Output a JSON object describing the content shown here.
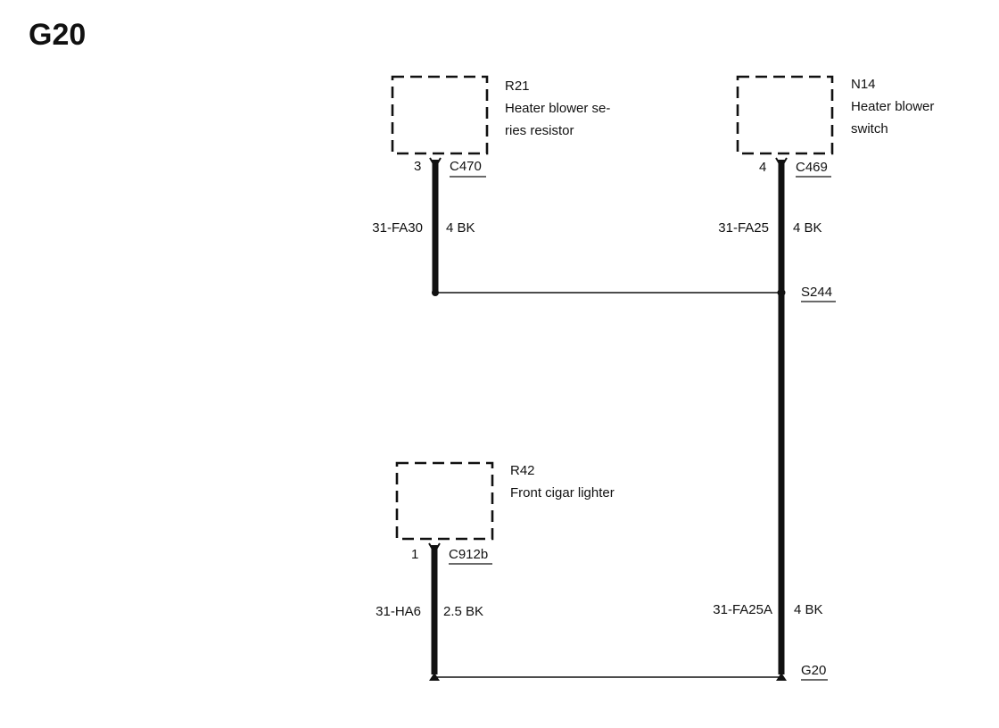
{
  "title": "G20",
  "components": [
    {
      "id": "R21",
      "line1": "Heater blower se-",
      "line2": "ries resistor",
      "pin": "3",
      "connector": "C470"
    },
    {
      "id": "N14",
      "line1": "Heater blower",
      "line2": "switch",
      "pin": "4",
      "connector": "C469"
    },
    {
      "id": "R42",
      "line1": "Front cigar lighter",
      "line2": "",
      "pin": "1",
      "connector": "C912b"
    }
  ],
  "wires": [
    {
      "circuit": "31-FA30",
      "size_color": "4 BK"
    },
    {
      "circuit": "31-FA25",
      "size_color": "4 BK"
    },
    {
      "circuit": "31-HA6",
      "size_color": "2.5 BK"
    },
    {
      "circuit": "31-FA25A",
      "size_color": "4 BK"
    }
  ],
  "splice": "S244",
  "ground": "G20"
}
